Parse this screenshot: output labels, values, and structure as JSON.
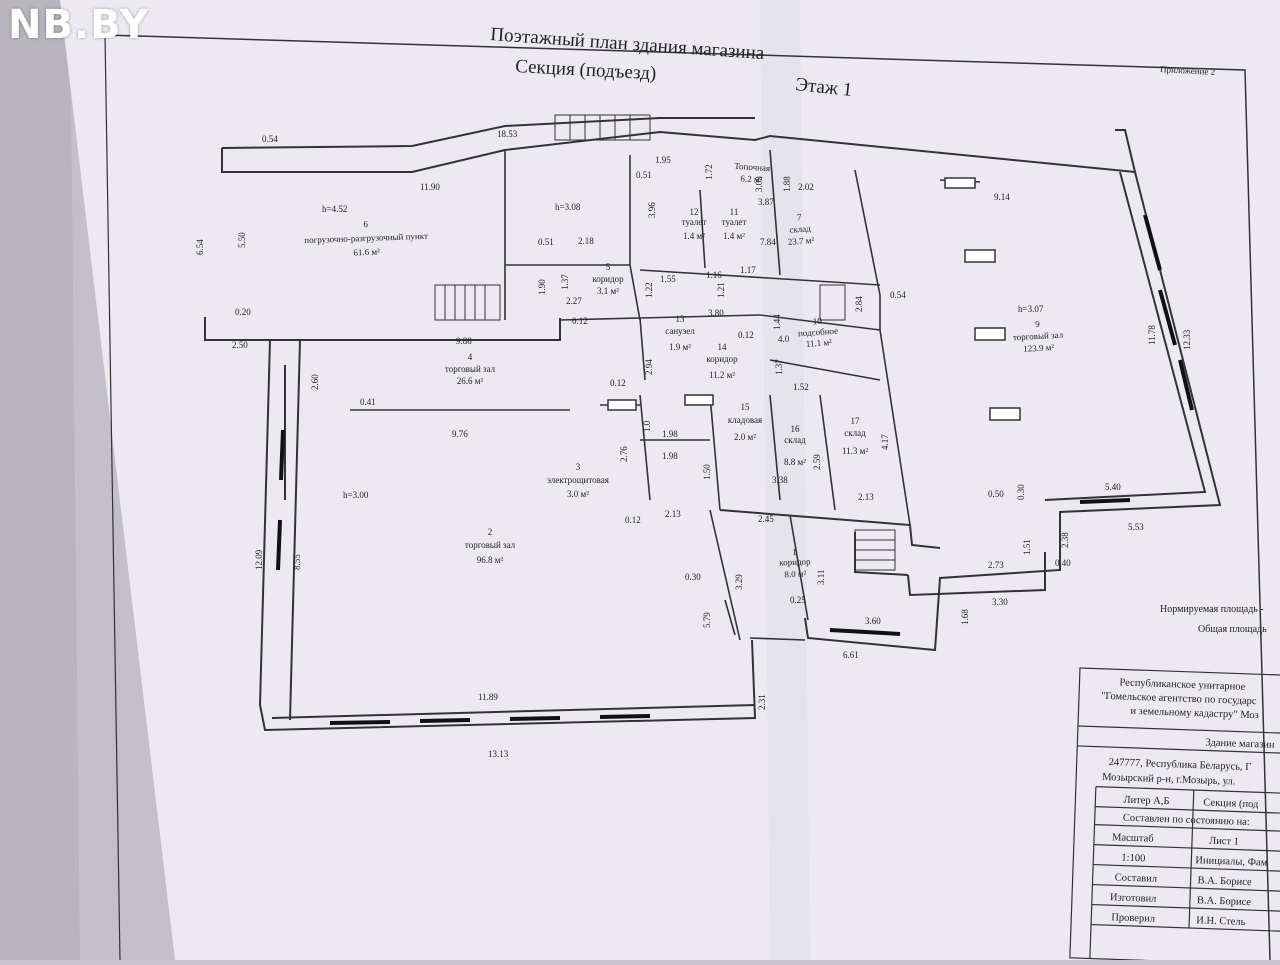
{
  "watermark": "NB.BY",
  "header": {
    "title": "Поэтажный план здания магазина",
    "section": "Секция (подъезд)",
    "floor": "Этаж 1",
    "appendix": "Приложение 2"
  },
  "rooms": [
    {
      "num": "1",
      "name": "коридор",
      "area": "8.0 м²"
    },
    {
      "num": "2",
      "name": "торговый зал",
      "area": "96.8 м²"
    },
    {
      "num": "3",
      "name": "электрощитовая",
      "area": "3.0 м²"
    },
    {
      "num": "4",
      "name": "торговый зал",
      "area": "26.6 м²"
    },
    {
      "num": "5",
      "name": "коридор",
      "area": "3.1 м²"
    },
    {
      "num": "6",
      "name": "погрузочно-разгрузочный пункт",
      "area": "61.6 м²"
    },
    {
      "num": "7",
      "name": "склад",
      "area": "23.7 м²"
    },
    {
      "num": "8",
      "name": "Топочная",
      "area": "6.2 м²"
    },
    {
      "num": "9",
      "name": "торговый зал",
      "area": "123.9 м²"
    },
    {
      "num": "10",
      "name": "подсобное",
      "area": "11.1 м²"
    },
    {
      "num": "11",
      "name": "туалет",
      "area": "1.4 м²"
    },
    {
      "num": "12",
      "name": "туалет",
      "area": "1.4 м²"
    },
    {
      "num": "13",
      "name": "санузел",
      "area": "1.9 м²"
    },
    {
      "num": "14",
      "name": "коридор",
      "area": "11.2 м²"
    },
    {
      "num": "15",
      "name": "кладовая",
      "area": "2.0 м²"
    },
    {
      "num": "16",
      "name": "склад",
      "area": "8.8 м²"
    },
    {
      "num": "17",
      "name": "склад",
      "area": "11.3 м²"
    }
  ],
  "heights": [
    "h=4.52",
    "h=3.08",
    "h=3.00",
    "h=3.07"
  ],
  "dims": [
    "0.54",
    "18.53",
    "1.95",
    "1.72",
    "11.90",
    "6.54",
    "5.50",
    "0.20",
    "2.50",
    "9.88",
    "0.41",
    "9.76",
    "12.09",
    "8.55",
    "2.60",
    "11.89",
    "13.13",
    "2.31",
    "5.79",
    "0.30",
    "3.29",
    "3.11",
    "0.25",
    "3.60",
    "6.61",
    "0.51",
    "2.18",
    "1.90",
    "1.37",
    "2.27",
    "0.12",
    "1.55",
    "1.16",
    "1.17",
    "1.21",
    "3.80",
    "1.22",
    "3.96",
    "3.87",
    "2.02",
    "3.09",
    "1.88",
    "7.84",
    "2.84",
    "0.54",
    "9.14",
    "11.78",
    "12.33",
    "0.50",
    "0.30",
    "5.40",
    "5.53",
    "2.38",
    "1.51",
    "0.40",
    "2.73",
    "3.30",
    "1.68",
    "2.94",
    "0.12",
    "1.44",
    "1.37",
    "4.0",
    "1.52",
    "1.0",
    "1.98",
    "1.98",
    "2.76",
    "1.50",
    "2.13",
    "0.12",
    "2.45",
    "3.38",
    "2.59",
    "4.17",
    "2.13",
    "0.12",
    "0.51"
  ],
  "stamp": {
    "org_1": "Республиканское унитарное",
    "org_2": "\"Гомельское агентство по государс",
    "org_3": "и земельному кадастру\" Моз",
    "building": "Здание магазин",
    "addr_1": "247777, Республика Беларусь, Г",
    "addr_2": "Мозырский р-н, г.Мозырь, ул.",
    "litera": "Литер А,Б",
    "section": "Секция (под",
    "state": "Составлен по состоянию на:",
    "scale_label": "Масштаб",
    "sheet": "Лист 1",
    "scale": "1:100",
    "initials": "Инициалы, Фам",
    "compiled_label": "Составил",
    "compiled_by": "В.А. Борисе",
    "made_label": "Изготовил",
    "made_by": "В.А. Борисе",
    "checked_label": "Проверил",
    "checked_by": "И.Н. Стель"
  },
  "areas_note": {
    "normative": "Нормируемая площадь -",
    "total": "Общая площадь"
  }
}
